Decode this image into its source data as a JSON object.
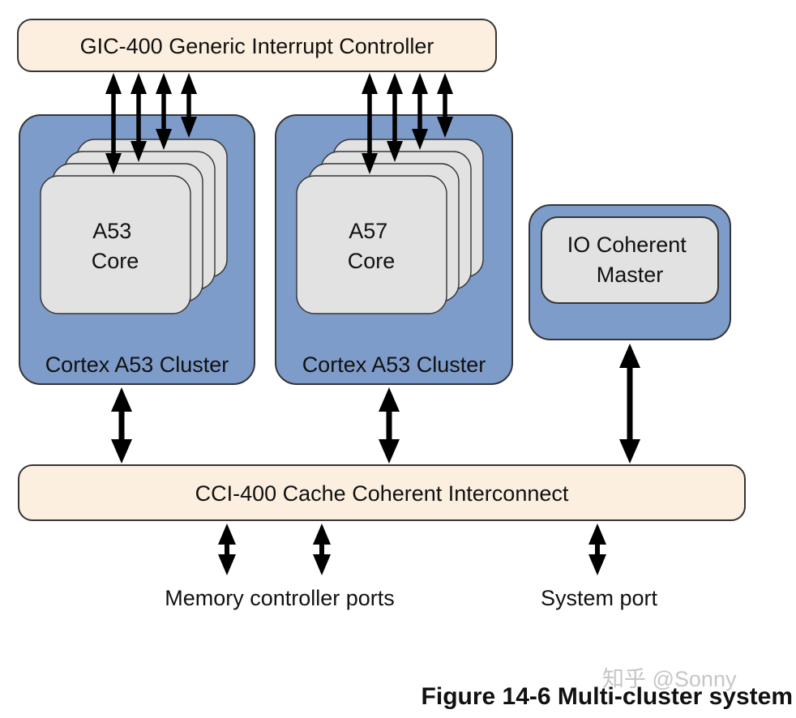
{
  "colors": {
    "background": "#ffffff",
    "box_fill": "#fcefe0",
    "cluster_fill": "#7e9cc9",
    "card_fill": "#e2e2e2",
    "border": "#353535",
    "arrow": "#000000",
    "text": "#111111",
    "watermark": "#c6c6c6"
  },
  "gic": {
    "label": "GIC-400 Generic Interrupt Controller"
  },
  "clusters": [
    {
      "label": "Cortex A53 Cluster",
      "core_line1": "A53",
      "core_line2": "Core",
      "core_count": 4
    },
    {
      "label": "Cortex A53 Cluster",
      "core_line1": "A57",
      "core_line2": "Core",
      "core_count": 4
    }
  ],
  "io_master": {
    "line1": "IO Coherent",
    "line2": "Master"
  },
  "cci": {
    "label": "CCI-400 Cache Coherent Interconnect"
  },
  "ports": {
    "memory_label": "Memory controller ports",
    "system_label": "System port"
  },
  "caption": "Figure 14-6  Multi-cluster system",
  "watermark": "知乎 @Sonny"
}
